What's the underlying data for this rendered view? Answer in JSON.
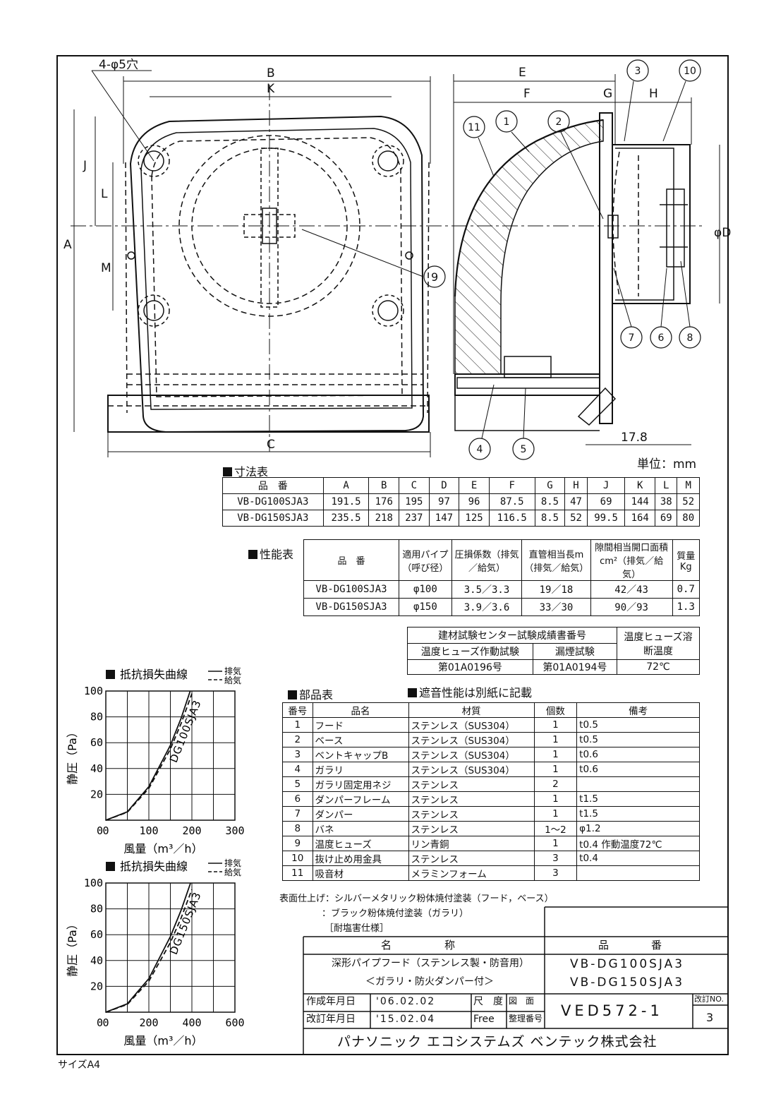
{
  "drawing": {
    "hole_note": "4-φ5穴",
    "dims_front": {
      "B": "B",
      "K": "K",
      "J": "J",
      "L": "L",
      "A": "A",
      "M": "M",
      "C": "C"
    },
    "dims_side": {
      "E": "E",
      "F": "F",
      "G": "G",
      "H": "H",
      "phiD": "φD",
      "offset": "17.8"
    },
    "balloons_side": [
      "3",
      "10",
      "11",
      "1",
      "2",
      "7",
      "6",
      "8",
      "4",
      "5"
    ],
    "balloon_front": "9",
    "unit": "単位：mm"
  },
  "dimension_table": {
    "title": "寸法表",
    "header": [
      "品　番",
      "A",
      "B",
      "C",
      "D",
      "E",
      "F",
      "G",
      "H",
      "J",
      "K",
      "L",
      "M"
    ],
    "rows": [
      [
        "VB-DG100SJA3",
        "191.5",
        "176",
        "195",
        "97",
        "96",
        "87.5",
        "8.5",
        "47",
        "69",
        "144",
        "38",
        "52"
      ],
      [
        "VB-DG150SJA3",
        "235.5",
        "218",
        "237",
        "147",
        "125",
        "116.5",
        "8.5",
        "52",
        "99.5",
        "164",
        "69",
        "80"
      ]
    ]
  },
  "performance_table": {
    "title": "性能表",
    "header": [
      "品　番",
      "適用パイプ（呼び径）",
      "圧損係数（排気／給気）",
      "直管相当長m（排気／給気）",
      "隙間相当開口面積cm²（排気／給気）",
      "質量Kg"
    ],
    "rows": [
      [
        "VB-DG100SJA3",
        "φ100",
        "3.5／3.3",
        "19／18",
        "42／43",
        "0.7"
      ],
      [
        "VB-DG150SJA3",
        "φ150",
        "3.9／3.6",
        "33／30",
        "90／93",
        "1.3"
      ]
    ]
  },
  "cert_table": {
    "title": "建材試験センター試験成績書番号",
    "col1": "温度ヒューズ作動試験",
    "col2": "漏煙試験",
    "val1": "第01A0196号",
    "val2": "第01A0194号",
    "fuse_title": "温度ヒューズ溶断温度",
    "fuse_val": "72℃"
  },
  "parts_table": {
    "title": "部品表",
    "note": "遮音性能は別紙に記載",
    "header": [
      "番号",
      "品名",
      "材質",
      "個数",
      "備考"
    ],
    "rows": [
      [
        "1",
        "フード",
        "ステンレス（SUS304）",
        "1",
        "t0.5"
      ],
      [
        "2",
        "ベース",
        "ステンレス（SUS304）",
        "1",
        "t0.5"
      ],
      [
        "3",
        "ベントキャップB",
        "ステンレス（SUS304）",
        "1",
        "t0.6"
      ],
      [
        "4",
        "ガラリ",
        "ステンレス（SUS304）",
        "1",
        "t0.6"
      ],
      [
        "5",
        "ガラリ固定用ネジ",
        "ステンレス",
        "2",
        ""
      ],
      [
        "6",
        "ダンパーフレーム",
        "ステンレス",
        "1",
        "t1.5"
      ],
      [
        "7",
        "ダンパー",
        "ステンレス",
        "1",
        "t1.5"
      ],
      [
        "8",
        "バネ",
        "ステンレス",
        "1～2",
        "φ1.2"
      ],
      [
        "9",
        "温度ヒューズ",
        "リン青銅",
        "1",
        "t0.4 作動温度72℃"
      ],
      [
        "10",
        "抜け止め用金具",
        "ステンレス",
        "3",
        "t0.4"
      ],
      [
        "11",
        "吸音材",
        "メラミンフォーム",
        "3",
        ""
      ]
    ]
  },
  "finish": {
    "line1": "表面仕上げ：シルバーメタリック粉体焼付塗装（フード，ベース）",
    "line2": "：ブラック粉体焼付塗装（ガラリ）",
    "line3": "［耐塩害仕様］"
  },
  "title_block": {
    "name_header": "名　　　　　称",
    "code_header": "品　　　　番",
    "name1": "深形パイプフード（ステンレス製・防音用）",
    "name2": "＜ガラリ・防火ダンパー付＞",
    "code1": "VB-DG100SJA3",
    "code2": "VB-DG150SJA3",
    "created_label": "作成年月日",
    "created": "'06.02.02",
    "scale_label": "尺　度",
    "revised_label": "改訂年月日",
    "revised": "'15.02.04",
    "scale": "Free",
    "drawing_label": "図　面",
    "ref_label": "整理番号",
    "drawing_no": "VED572-1",
    "rev_label": "改訂NO.",
    "rev_no": "3",
    "company": "パナソニック エコシステムズ ベンテック株式会社"
  },
  "size_note": "サイズA4",
  "chart_data": [
    {
      "type": "line",
      "title": "抵抗損失曲線",
      "model_label": "DG100SJA3",
      "xlabel": "風量（m³／h）",
      "ylabel": "静圧（Pa）",
      "xlim": [
        0,
        300
      ],
      "ylim": [
        0,
        100
      ],
      "xticks": [
        0,
        100,
        200,
        300
      ],
      "yticks": [
        20,
        40,
        60,
        80,
        100
      ],
      "grid": true,
      "legend": [
        "排気",
        "給気"
      ],
      "series": [
        {
          "name": "排気",
          "x": [
            0,
            50,
            100,
            150,
            175,
            200
          ],
          "y": [
            0,
            6.5,
            26,
            58,
            79,
            104
          ]
        },
        {
          "name": "給気",
          "x": [
            0,
            50,
            100,
            150,
            175,
            200
          ],
          "y": [
            0,
            6.2,
            24.6,
            55,
            75,
            98
          ]
        }
      ]
    },
    {
      "type": "line",
      "title": "抵抗損失曲線",
      "model_label": "DG150SJA3",
      "xlabel": "風量（m³／h）",
      "ylabel": "静圧（Pa）",
      "xlim": [
        0,
        600
      ],
      "ylim": [
        0,
        100
      ],
      "xticks": [
        0,
        200,
        400,
        600
      ],
      "yticks": [
        20,
        40,
        60,
        80,
        100
      ],
      "grid": true,
      "legend": [
        "排気",
        "給気"
      ],
      "series": [
        {
          "name": "排気",
          "x": [
            0,
            100,
            200,
            300,
            350,
            400
          ],
          "y": [
            0,
            6.5,
            26,
            58.5,
            79,
            103
          ]
        },
        {
          "name": "給気",
          "x": [
            0,
            100,
            200,
            300,
            350,
            400
          ],
          "y": [
            0,
            6,
            24,
            54,
            73,
            95
          ]
        }
      ]
    }
  ]
}
